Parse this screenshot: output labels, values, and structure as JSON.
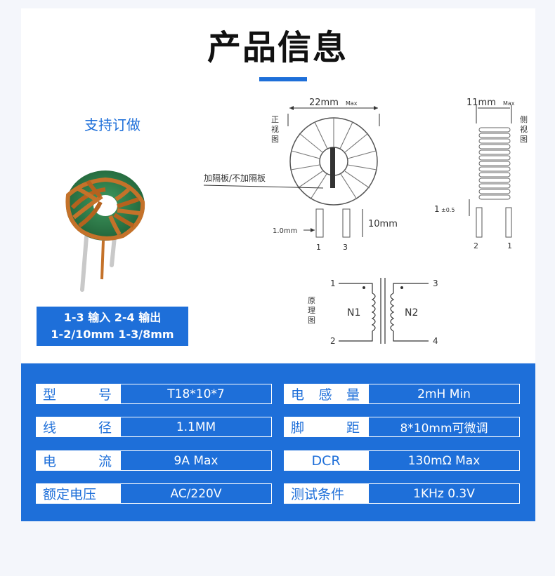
{
  "page_title": "产品信息",
  "custom_badge": "支持订做",
  "note": {
    "line1": "1-3 输入 2-4 输出",
    "line2": "1-2/10mm 1-3/8mm"
  },
  "diagram": {
    "front_view": [
      "正",
      "视",
      "图"
    ],
    "side_view": [
      "侧",
      "视",
      "图"
    ],
    "schematic": [
      "原",
      "理",
      "图"
    ],
    "width_front": "22mm",
    "width_front_sub": "Max",
    "width_side": "11mm",
    "width_side_sub": "Max",
    "divider_label": "加隔板/不加隔板",
    "pin_dia": "1.0mm",
    "pin_len": "10mm",
    "tolerance_main": "1",
    "tolerance_sub": "±0.5",
    "front_pins": [
      "1",
      "3"
    ],
    "side_pins": [
      "2",
      "1"
    ],
    "schem_pins": [
      "1",
      "3",
      "2",
      "4"
    ],
    "n1": "N1",
    "n2": "N2"
  },
  "specs": [
    {
      "label_chars": [
        "型",
        "号"
      ],
      "value": "T18*10*7",
      "label2_chars": [
        "电",
        "感",
        "量"
      ],
      "value2": "2mH Min"
    },
    {
      "label_chars": [
        "线",
        "径"
      ],
      "value": "1.1MM",
      "label2_chars": [
        "脚",
        "距"
      ],
      "value2": "8*10mm可微调"
    },
    {
      "label_chars": [
        "电",
        "流"
      ],
      "value": "9A Max",
      "label2_chars": [
        "DCR"
      ],
      "value2": "130mΩ Max"
    },
    {
      "label_chars": [
        "额定电压"
      ],
      "value": "AC/220V",
      "label2_chars": [
        "测试条件"
      ],
      "value2": "1KHz 0.3V"
    }
  ],
  "colors": {
    "accent": "#1e6fd9",
    "copper": "#c4722a",
    "core": "#2f7d4a"
  }
}
